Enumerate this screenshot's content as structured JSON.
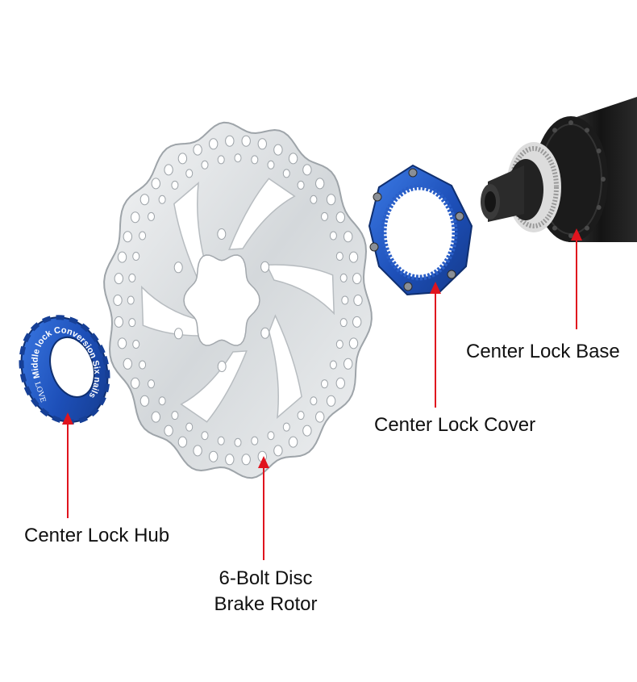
{
  "labels": {
    "center_lock_base": "Center Lock Base",
    "center_lock_cover": "Center Lock Cover",
    "center_lock_hub": "Center Lock Hub",
    "rotor_line1": "6-Bolt Disc",
    "rotor_line2": "Brake Rotor"
  },
  "hub_ring_text": "Middle lock Conversion Six nails",
  "hub_ring_logo": "LOVE",
  "colors": {
    "arrow": "#e0141e",
    "anodized_blue": "#1f56c2",
    "rotor_steel": "#d9dde0",
    "hub_black": "#1a1a1a",
    "text": "#111111"
  }
}
